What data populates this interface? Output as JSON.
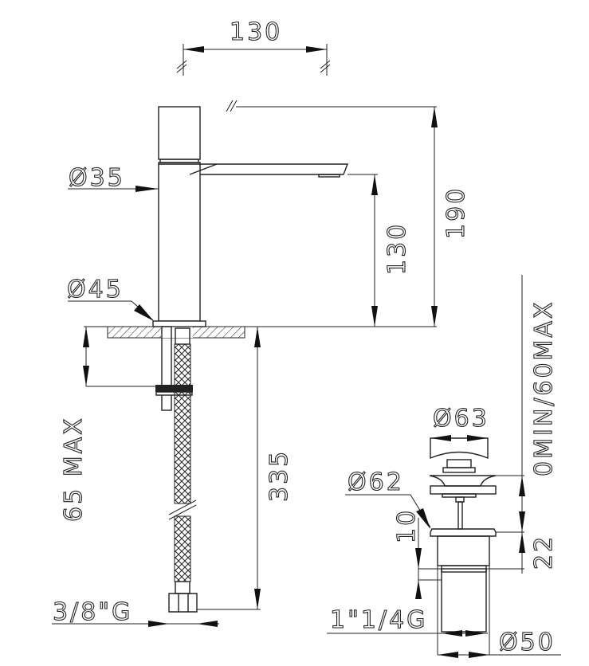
{
  "drawing": {
    "title": "Basin mixer with pop-up waste - dimensional drawing",
    "faucet": {
      "spout_projection": "130",
      "body_diameter": "Ø35",
      "total_height": "190",
      "spout_height": "130",
      "base_diameter": "Ø45",
      "max_deck_thickness": "65 MAX",
      "hose_length": "335",
      "connection_thread": "3/8\"G"
    },
    "waste": {
      "cap_diameter": "Ø63",
      "flange_diameter": "Ø62",
      "adjustment_range": "0MIN/60MAX",
      "flange_height": "10",
      "body_dim": "22",
      "thread": "1\"1/4G",
      "body_diameter": "Ø50"
    }
  }
}
